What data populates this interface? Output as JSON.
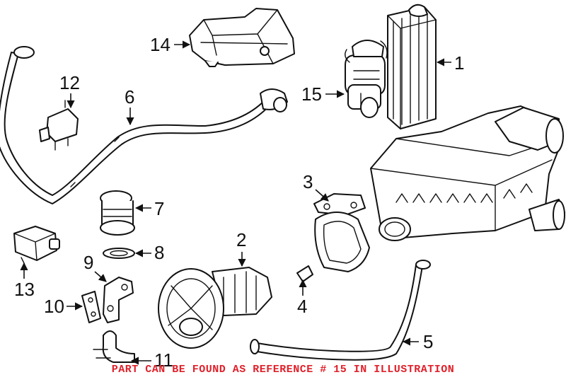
{
  "diagram": {
    "callouts": [
      "1",
      "2",
      "3",
      "4",
      "5",
      "6",
      "7",
      "8",
      "9",
      "10",
      "11",
      "12",
      "13",
      "14",
      "15"
    ]
  },
  "footer": {
    "note": "PART CAN BE FOUND AS REFERENCE # 15 IN ILLUSTRATION",
    "note_color": "#e0202a"
  }
}
